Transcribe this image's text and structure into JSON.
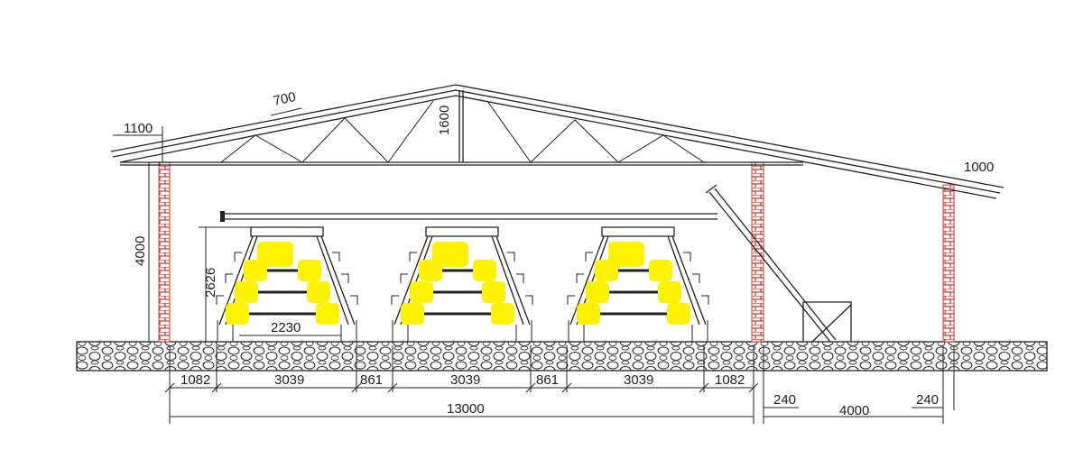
{
  "roof": {
    "overhang_left": "1100",
    "purlin_spacing": "700",
    "truss_height": "1600",
    "overhang_right": "1000"
  },
  "walls": {
    "height": "4000"
  },
  "cages": {
    "height": "2626",
    "base_width": "2230",
    "count": 3,
    "bird_color": "#FFF200"
  },
  "bottom_dims": [
    "1082",
    "3039",
    "861",
    "3039",
    "861",
    "3039",
    "1082"
  ],
  "total_width": "13000",
  "annex": {
    "wall_left": "240",
    "width": "4000",
    "wall_right": "240"
  },
  "colors": {
    "brick": "#D9342B",
    "line": "#222222",
    "bird": "#FFF200"
  }
}
